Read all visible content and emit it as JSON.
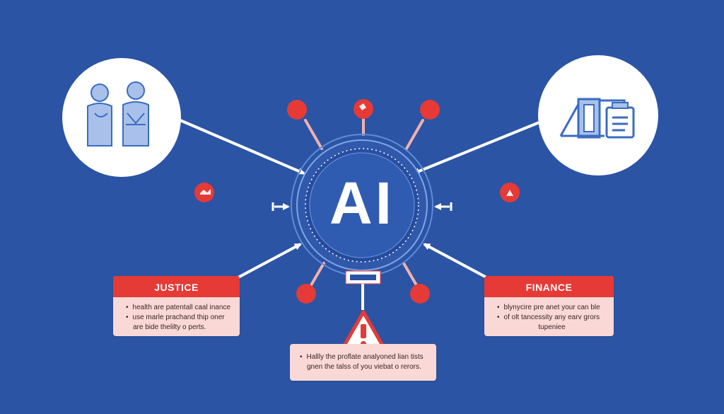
{
  "center": {
    "label": "AI"
  },
  "justice": {
    "title": "JUSTICE",
    "lines": [
      "health are patentall caal inance",
      "use marle prachand thip oner",
      "are bide thelilty o perts."
    ]
  },
  "finance": {
    "title": "FINANCE",
    "lines": [
      "blynycire pre anet your can ble",
      "of olt tancessity any earv grors",
      "tupeniee"
    ]
  },
  "warning": {
    "lines": [
      "Hallly the proflate analyoned lian tists",
      "gnen the talss of you viebat o rerors."
    ]
  },
  "colors": {
    "background": "#2b54a5",
    "accent_red": "#e53a36",
    "card_fill": "#f9d8d6",
    "node_ring": "#5e8dd8",
    "icon_blue": "#3a6cc2"
  },
  "icons": [
    "people-icon",
    "documents-devices-icon",
    "warning-triangle-icon"
  ]
}
